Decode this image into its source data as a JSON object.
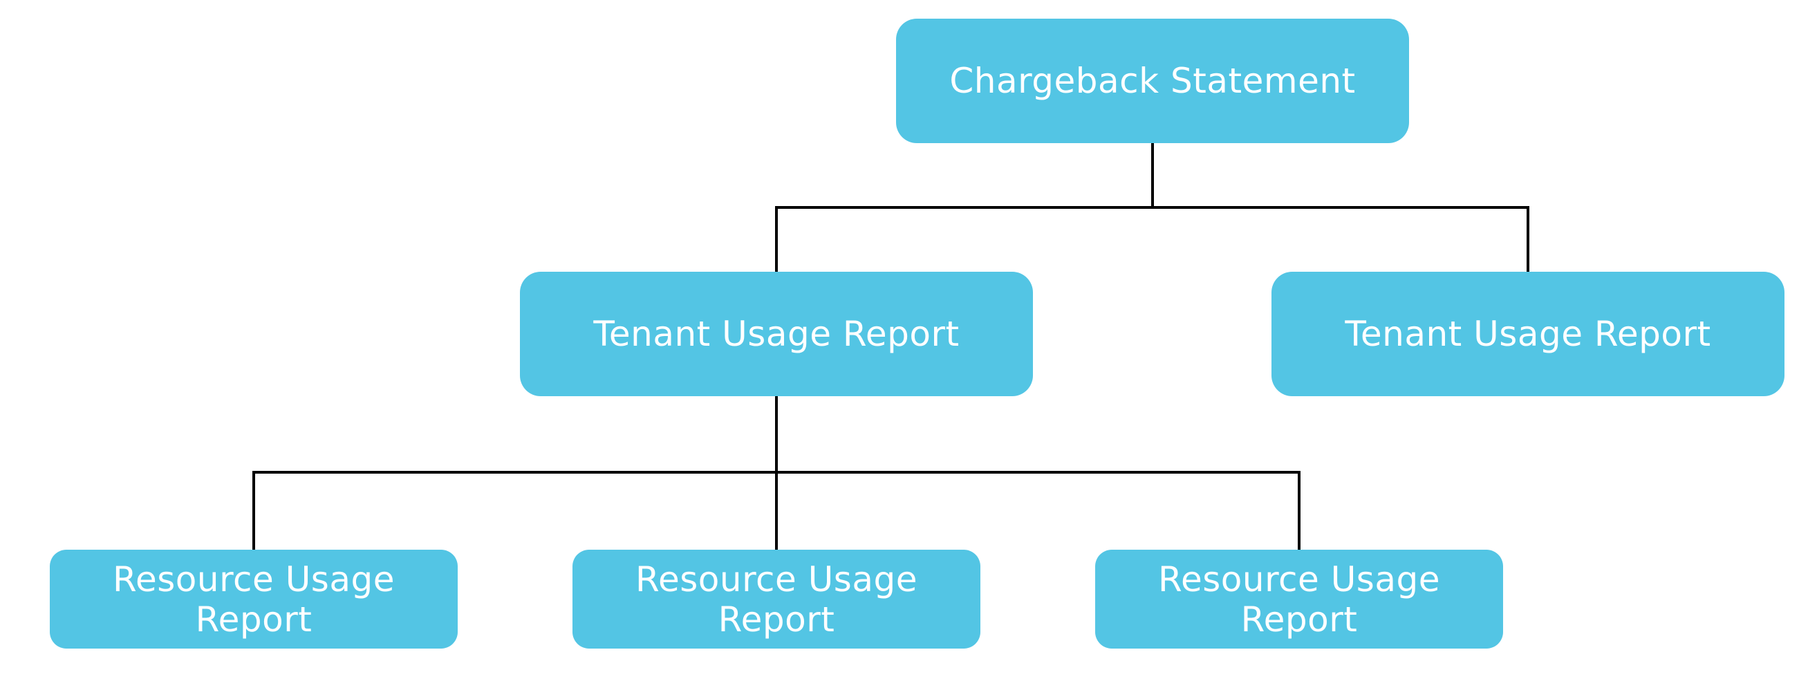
{
  "diagram": {
    "type": "hierarchy",
    "node_color": "#53c5e4",
    "text_color": "#ffffff",
    "connector_color": "#000000",
    "root": {
      "label": "Chargeback Statement"
    },
    "tenants": [
      {
        "label": "Tenant Usage Report"
      },
      {
        "label": "Tenant Usage Report"
      }
    ],
    "resources": [
      {
        "label": "Resource Usage Report"
      },
      {
        "label": "Resource Usage Report"
      },
      {
        "label": "Resource Usage Report"
      }
    ],
    "edges": [
      {
        "from": "root",
        "to": "tenants.0"
      },
      {
        "from": "root",
        "to": "tenants.1"
      },
      {
        "from": "tenants.0",
        "to": "resources.0"
      },
      {
        "from": "tenants.0",
        "to": "resources.1"
      },
      {
        "from": "tenants.0",
        "to": "resources.2"
      }
    ]
  }
}
